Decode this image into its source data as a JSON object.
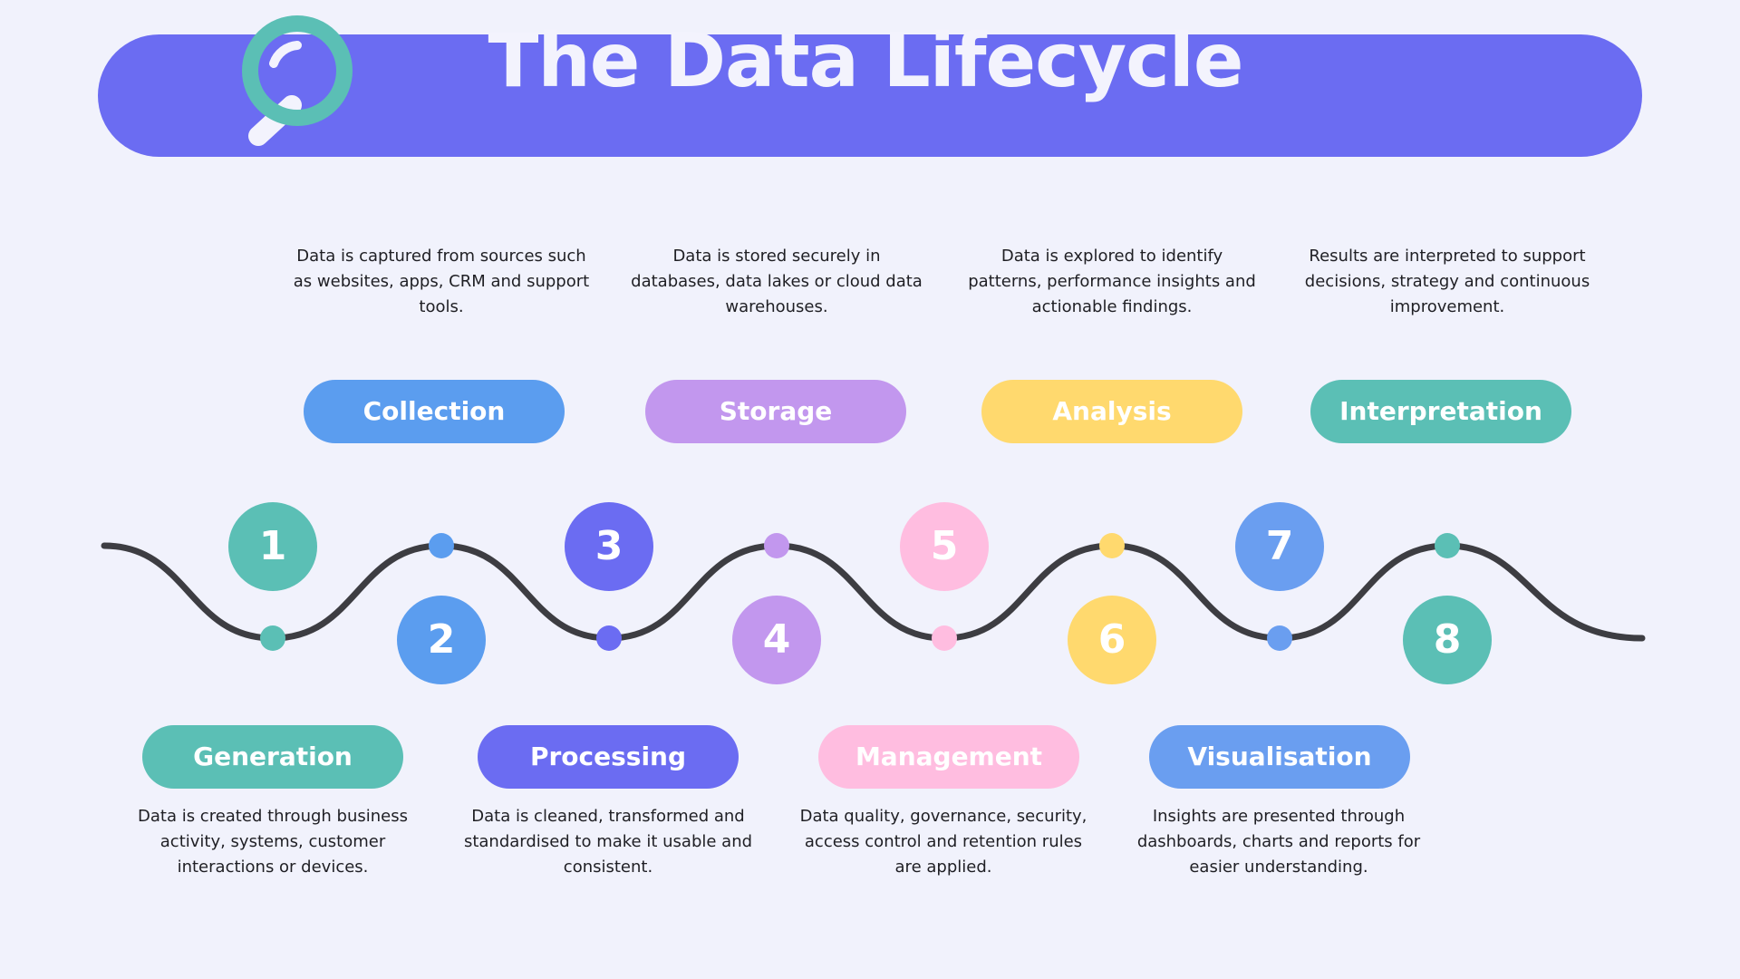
{
  "title": "The Data Lifecycle",
  "colors": {
    "background": "#f1f2fc",
    "header": "#6b6cf2",
    "teal": "#5bbfb5",
    "blue": "#5b9def",
    "indigo": "#6b6cf2",
    "purple": "#c297ee",
    "pink": "#ffbde0",
    "yellow": "#ffd96e",
    "periwinkle": "#6a9ef0",
    "line": "#3d3d42"
  },
  "steps": [
    {
      "number": "1",
      "label": "Generation",
      "description": "Data is created through business activity, systems, customer interactions or devices.",
      "color": "#5bbfb5"
    },
    {
      "number": "2",
      "label": "Collection",
      "description": "Data is captured from sources such as websites, apps, CRM and support tools.",
      "color": "#5b9def"
    },
    {
      "number": "3",
      "label": "Processing",
      "description": "Data is cleaned, transformed and standardised to make it usable and consistent.",
      "color": "#6b6cf2"
    },
    {
      "number": "4",
      "label": "Storage",
      "description": "Data is stored securely in databases, data lakes or cloud data warehouses.",
      "color": "#c297ee"
    },
    {
      "number": "5",
      "label": "Management",
      "description": "Data quality, governance, security, access control and retention rules are applied.",
      "color": "#ffbde0"
    },
    {
      "number": "6",
      "label": "Analysis",
      "description": "Data is explored to identify patterns, performance insights and actionable findings.",
      "color": "#ffd96e"
    },
    {
      "number": "7",
      "label": "Visualisation",
      "description": "Insights are presented through dashboards, charts and reports for easier understanding.",
      "color": "#6a9ef0"
    },
    {
      "number": "8",
      "label": "Interpretation",
      "description": "Results are interpreted to support decisions, strategy and continuous improvement.",
      "color": "#5bbfb5"
    }
  ]
}
